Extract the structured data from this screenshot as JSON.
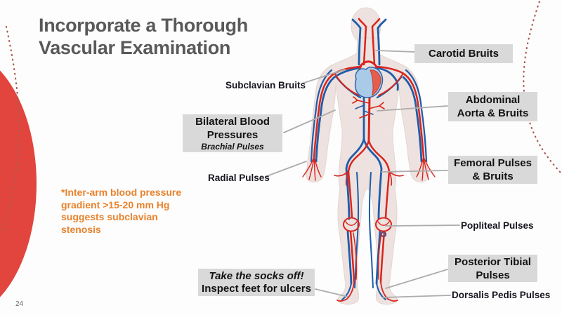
{
  "slide": {
    "title": [
      "Incorporate a Thorough",
      "Vascular Examination"
    ],
    "page_number": "24",
    "footnote": [
      "*Inter-arm blood pressure",
      "gradient >15-20 mm Hg",
      "suggests subclavian stenosis"
    ]
  },
  "callouts": {
    "carotid": "Carotid Bruits",
    "subclavian": "Subclavian Bruits",
    "bilateral": [
      "Bilateral Blood",
      "Pressures"
    ],
    "bilateral_sub": "Brachial Pulses",
    "radial": "Radial Pulses",
    "abdominal": [
      "Abdominal",
      "Aorta & Bruits"
    ],
    "femoral": [
      "Femoral Pulses",
      "& Bruits"
    ],
    "popliteal": "Popliteal Pulses",
    "posterior_tibial": [
      "Posterior Tibial",
      "Pulses"
    ],
    "dorsalis_pedis": "Dorsalis Pedis Pulses",
    "socks": [
      "Take the socks off!",
      "Inspect feet for ulcers"
    ]
  },
  "colors": {
    "title_gray": "#595959",
    "label_box_bg": "#d9d9d9",
    "label_text": "#121212",
    "accent_orange": "#e8822d",
    "artery_red": "#d9251d",
    "vein_blue": "#1f5ca9",
    "decoration_red": "#e2453d",
    "dotted_arc_red": "#ad5a52",
    "connector_gray": "#acacac",
    "body_fill": "#ede2df",
    "heart_blue": "#a9cbe8",
    "heart_red": "#e4604e"
  }
}
